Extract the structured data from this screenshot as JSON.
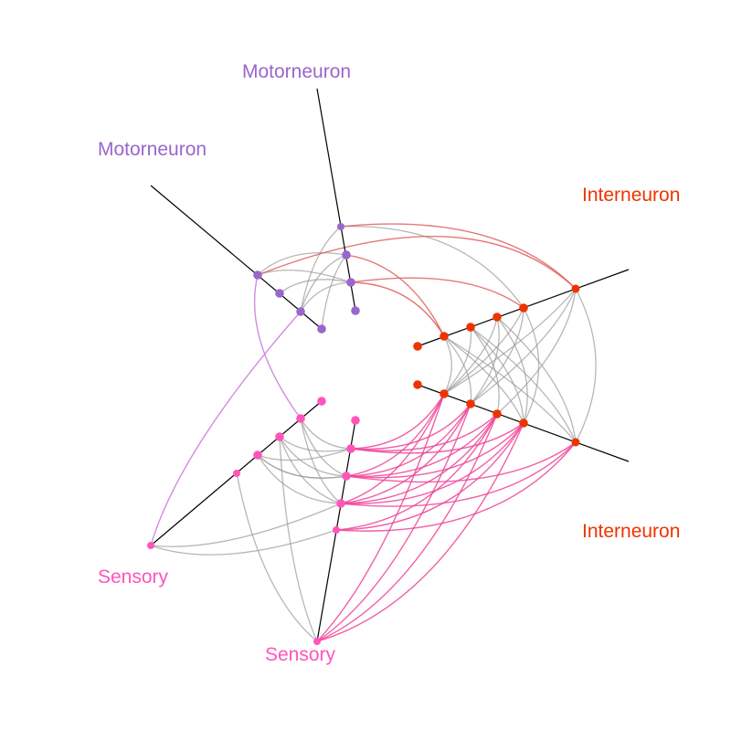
{
  "colors": {
    "motor": "#9966cc",
    "inter": "#ee3300",
    "sensory": "#ff55bb",
    "edge_gray": "#999999",
    "edge_red": "#e06060",
    "edge_pink": "#ee4499",
    "edge_violet": "#cc77dd",
    "axis": "#000000"
  },
  "axis_labels": [
    {
      "key": "motor_top",
      "text": "Motorneuron",
      "group": "motor"
    },
    {
      "key": "motor_left",
      "text": "Motorneuron",
      "group": "motor"
    },
    {
      "key": "inter_top",
      "text": "Interneuron",
      "group": "inter"
    },
    {
      "key": "inter_bot",
      "text": "Interneuron",
      "group": "inter"
    },
    {
      "key": "sens_left",
      "text": "Sensory",
      "group": "sensory"
    },
    {
      "key": "sens_bot",
      "text": "Sensory",
      "group": "sensory"
    }
  ],
  "node_groups": {
    "motor_top": "motor",
    "motor_left": "motor",
    "inter_top": "inter",
    "inter_bot": "inter",
    "sens_left": "sensory",
    "sens_bot": "sensory"
  }
}
